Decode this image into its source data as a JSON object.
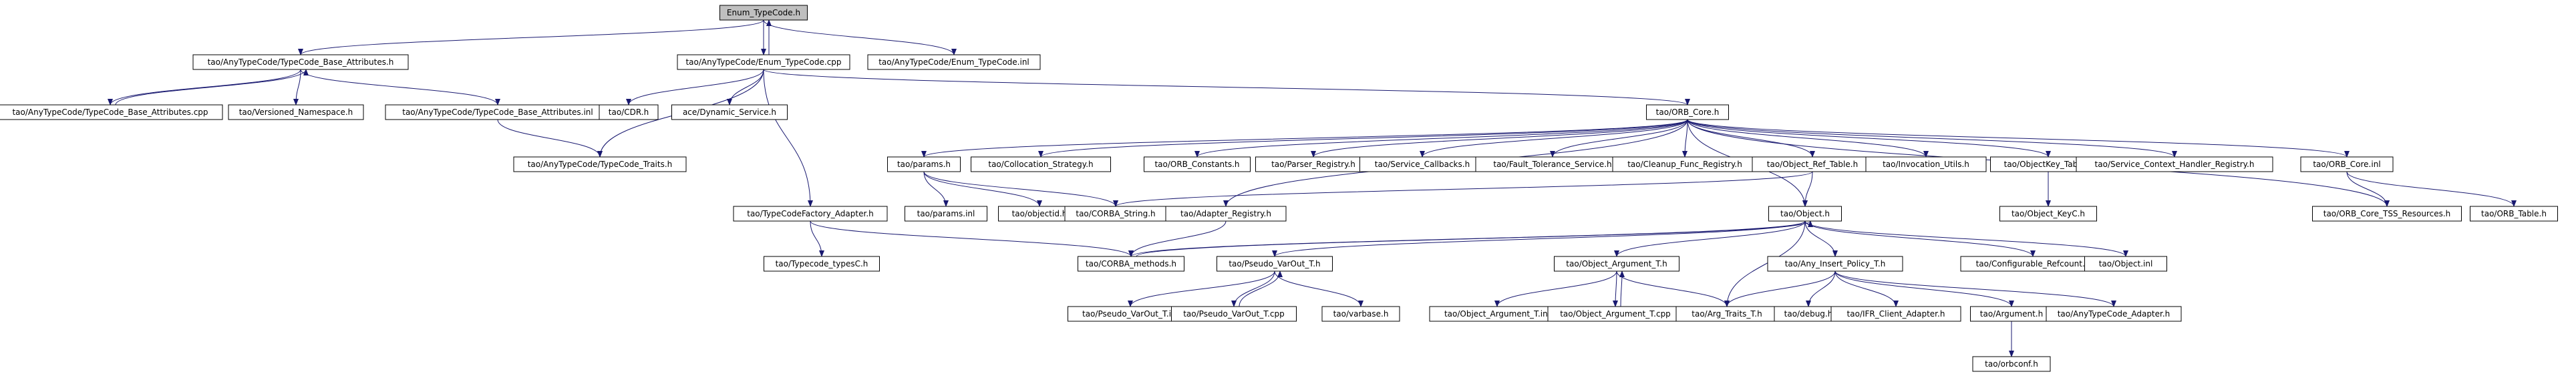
{
  "graph": {
    "root": "Enum_TypeCode.h",
    "nodes": [
      {
        "id": "n0",
        "label": "Enum_TypeCode.h"
      },
      {
        "id": "n1",
        "label": "tao/AnyTypeCode/TypeCode_Base_Attributes.h"
      },
      {
        "id": "n2",
        "label": "tao/AnyTypeCode/Enum_TypeCode.cpp"
      },
      {
        "id": "n3",
        "label": "tao/AnyTypeCode/Enum_TypeCode.inl"
      },
      {
        "id": "n4",
        "label": "tao/AnyTypeCode/TypeCode_Base_Attributes.cpp"
      },
      {
        "id": "n5",
        "label": "tao/Versioned_Namespace.h"
      },
      {
        "id": "n6",
        "label": "tao/AnyTypeCode/TypeCode_Base_Attributes.inl"
      },
      {
        "id": "n7",
        "label": "tao/CDR.h"
      },
      {
        "id": "n8",
        "label": "ace/Dynamic_Service.h"
      },
      {
        "id": "n9",
        "label": "tao/ORB_Core.h"
      },
      {
        "id": "n10",
        "label": "tao/AnyTypeCode/TypeCode_Traits.h"
      },
      {
        "id": "n11",
        "label": "tao/params.h"
      },
      {
        "id": "n12",
        "label": "tao/Collocation_Strategy.h"
      },
      {
        "id": "n13",
        "label": "tao/ORB_Constants.h"
      },
      {
        "id": "n14",
        "label": "tao/Parser_Registry.h"
      },
      {
        "id": "n15",
        "label": "tao/Service_Callbacks.h"
      },
      {
        "id": "n16",
        "label": "tao/Fault_Tolerance_Service.h"
      },
      {
        "id": "n17",
        "label": "tao/Cleanup_Func_Registry.h"
      },
      {
        "id": "n18",
        "label": "tao/Object_Ref_Table.h"
      },
      {
        "id": "n19",
        "label": "tao/Invocation_Utils.h"
      },
      {
        "id": "n20",
        "label": "tao/ObjectKey_Table.h"
      },
      {
        "id": "n21",
        "label": "tao/Service_Context_Handler_Registry.h"
      },
      {
        "id": "n22",
        "label": "tao/ORB_Core.inl"
      },
      {
        "id": "n23",
        "label": "tao/TypeCodeFactory_Adapter.h"
      },
      {
        "id": "n24",
        "label": "tao/params.inl"
      },
      {
        "id": "n25",
        "label": "tao/objectid.h"
      },
      {
        "id": "n26",
        "label": "tao/CORBA_String.h"
      },
      {
        "id": "n27",
        "label": "tao/Adapter_Registry.h"
      },
      {
        "id": "n28",
        "label": "tao/Object.h"
      },
      {
        "id": "n29",
        "label": "tao/Object_KeyC.h"
      },
      {
        "id": "n30",
        "label": "tao/ORB_Core_TSS_Resources.h"
      },
      {
        "id": "n31",
        "label": "tao/ORB_Table.h"
      },
      {
        "id": "n32",
        "label": "tao/Typecode_typesC.h"
      },
      {
        "id": "n33",
        "label": "tao/CORBA_methods.h"
      },
      {
        "id": "n34",
        "label": "tao/Pseudo_VarOut_T.h"
      },
      {
        "id": "n35",
        "label": "tao/Object_Argument_T.h"
      },
      {
        "id": "n36",
        "label": "tao/Any_Insert_Policy_T.h"
      },
      {
        "id": "n37",
        "label": "tao/Configurable_Refcount.h"
      },
      {
        "id": "n38",
        "label": "tao/Object.inl"
      },
      {
        "id": "n39",
        "label": "tao/Pseudo_VarOut_T.inl"
      },
      {
        "id": "n40",
        "label": "tao/Pseudo_VarOut_T.cpp"
      },
      {
        "id": "n41",
        "label": "tao/varbase.h"
      },
      {
        "id": "n42",
        "label": "tao/Object_Argument_T.inl"
      },
      {
        "id": "n43",
        "label": "tao/Object_Argument_T.cpp"
      },
      {
        "id": "n44",
        "label": "tao/Arg_Traits_T.h"
      },
      {
        "id": "n45",
        "label": "tao/debug.h"
      },
      {
        "id": "n46",
        "label": "tao/IFR_Client_Adapter.h"
      },
      {
        "id": "n47",
        "label": "tao/Argument.h"
      },
      {
        "id": "n48",
        "label": "tao/AnyTypeCode_Adapter.h"
      },
      {
        "id": "n49",
        "label": "tao/orbconf.h"
      }
    ],
    "edges": [
      [
        "n0",
        "n1"
      ],
      [
        "n0",
        "n2"
      ],
      [
        "n0",
        "n3"
      ],
      [
        "n2",
        "n0"
      ],
      [
        "n1",
        "n4"
      ],
      [
        "n4",
        "n1"
      ],
      [
        "n1",
        "n5"
      ],
      [
        "n1",
        "n6"
      ],
      [
        "n6",
        "n10"
      ],
      [
        "n2",
        "n7"
      ],
      [
        "n2",
        "n8"
      ],
      [
        "n2",
        "n9"
      ],
      [
        "n2",
        "n10"
      ],
      [
        "n2",
        "n23"
      ],
      [
        "n9",
        "n11"
      ],
      [
        "n9",
        "n12"
      ],
      [
        "n9",
        "n13"
      ],
      [
        "n9",
        "n14"
      ],
      [
        "n9",
        "n15"
      ],
      [
        "n9",
        "n16"
      ],
      [
        "n9",
        "n17"
      ],
      [
        "n9",
        "n18"
      ],
      [
        "n9",
        "n19"
      ],
      [
        "n9",
        "n20"
      ],
      [
        "n9",
        "n21"
      ],
      [
        "n9",
        "n22"
      ],
      [
        "n9",
        "n27"
      ],
      [
        "n9",
        "n28"
      ],
      [
        "n9",
        "n30"
      ],
      [
        "n11",
        "n24"
      ],
      [
        "n11",
        "n25"
      ],
      [
        "n11",
        "n26"
      ],
      [
        "n18",
        "n26"
      ],
      [
        "n18",
        "n28"
      ],
      [
        "n20",
        "n29"
      ],
      [
        "n22",
        "n30"
      ],
      [
        "n22",
        "n31"
      ],
      [
        "n23",
        "n32"
      ],
      [
        "n23",
        "n33"
      ],
      [
        "n27",
        "n33"
      ],
      [
        "n28",
        "n33"
      ],
      [
        "n28",
        "n34"
      ],
      [
        "n28",
        "n35"
      ],
      [
        "n28",
        "n36"
      ],
      [
        "n28",
        "n37"
      ],
      [
        "n28",
        "n38"
      ],
      [
        "n28",
        "n44"
      ],
      [
        "n33",
        "n28"
      ],
      [
        "n34",
        "n39"
      ],
      [
        "n34",
        "n40"
      ],
      [
        "n34",
        "n41"
      ],
      [
        "n40",
        "n34"
      ],
      [
        "n35",
        "n42"
      ],
      [
        "n35",
        "n43"
      ],
      [
        "n35",
        "n44"
      ],
      [
        "n43",
        "n35"
      ],
      [
        "n36",
        "n44"
      ],
      [
        "n36",
        "n45"
      ],
      [
        "n36",
        "n46"
      ],
      [
        "n36",
        "n47"
      ],
      [
        "n36",
        "n48"
      ],
      [
        "n47",
        "n49"
      ]
    ]
  }
}
